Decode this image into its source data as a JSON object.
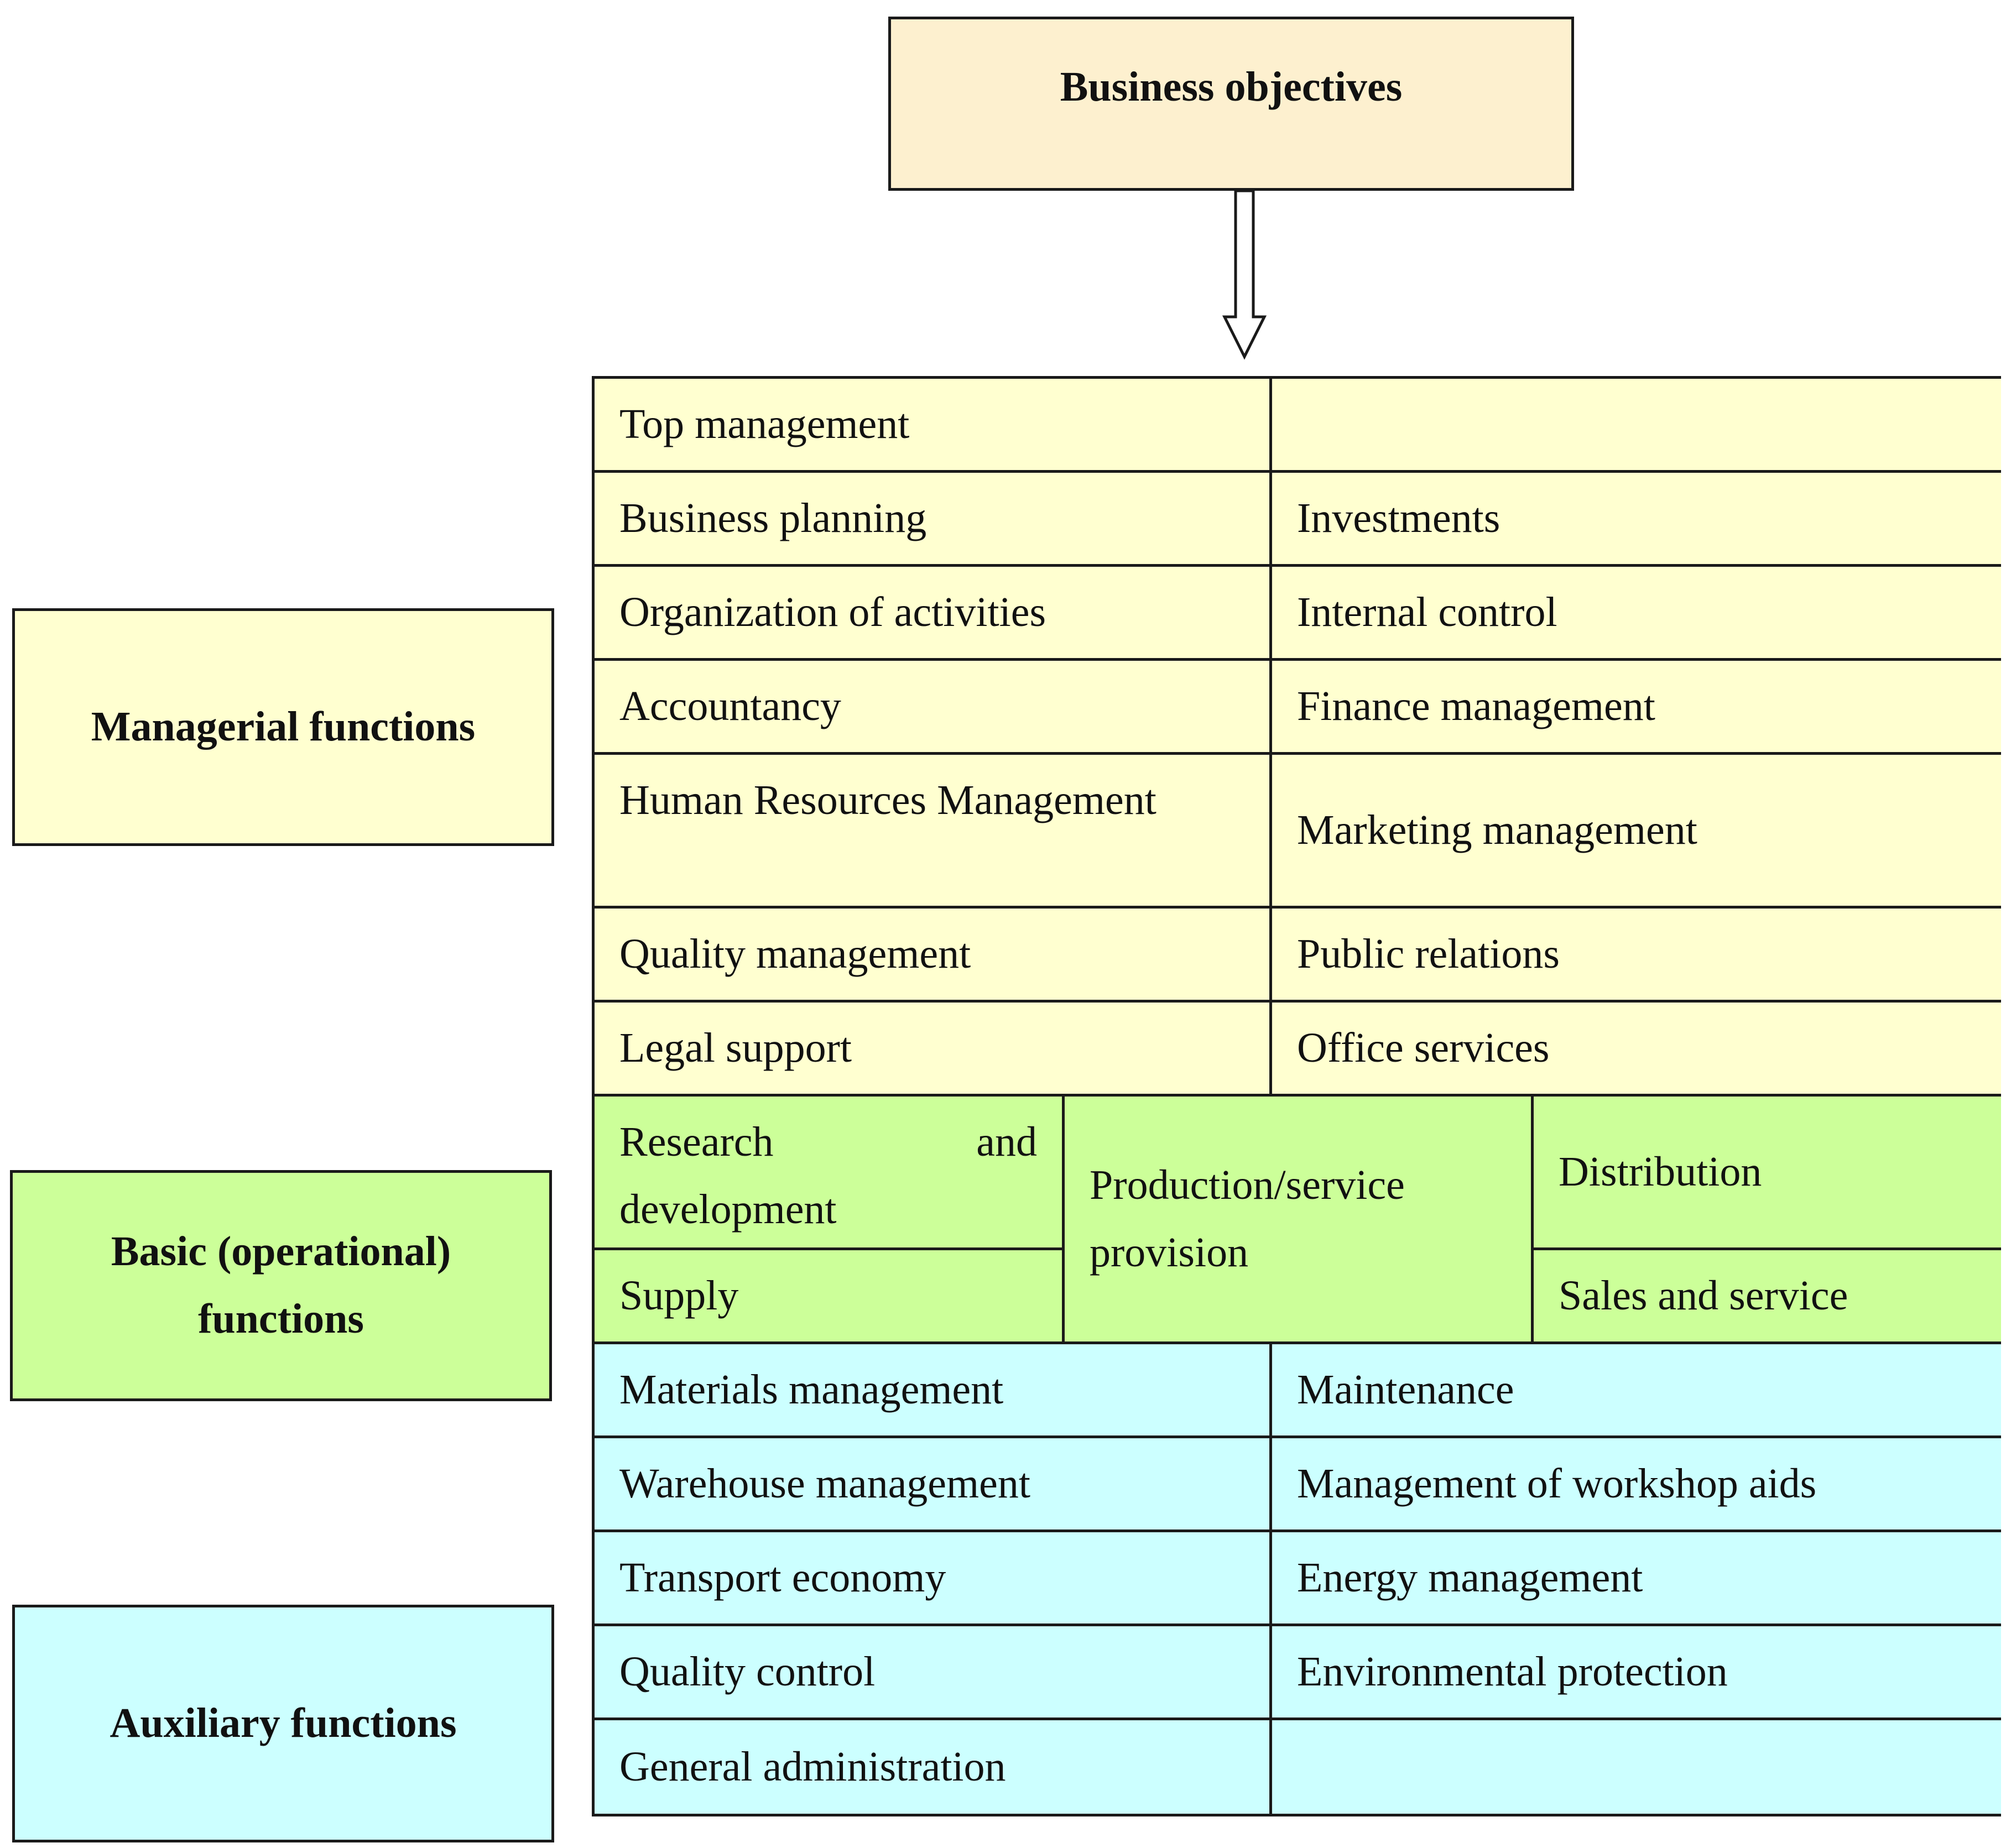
{
  "title": "Business objectives",
  "side_labels": {
    "managerial": "Managerial functions",
    "basic_line1": "Basic (operational)",
    "basic_line2": "functions",
    "auxiliary": "Auxiliary functions"
  },
  "managerial": {
    "left": [
      "Top management",
      "Business planning",
      "Organization of activities",
      "Accountancy",
      "Human Resources Management",
      "Quality management",
      "Legal support"
    ],
    "right": [
      "",
      "Investments",
      "Internal control",
      "Finance management",
      "Marketing management",
      "Public relations",
      "Office services"
    ]
  },
  "basic": {
    "research": "Research and development",
    "supply": "Supply",
    "production": "Production/service provision",
    "distribution": "Distribution",
    "sales": "Sales and service"
  },
  "auxiliary": {
    "left": [
      "Materials management",
      "Warehouse management",
      "Transport economy",
      "Quality control",
      "General administration"
    ],
    "right": [
      "Maintenance",
      "Management of workshop aids",
      "Energy management",
      "Environmental protection",
      ""
    ]
  },
  "colors": {
    "managerial": "#ffffd0",
    "basic": "#ccff99",
    "auxiliary": "#ccffff",
    "objectives": "#fdf0cf"
  }
}
